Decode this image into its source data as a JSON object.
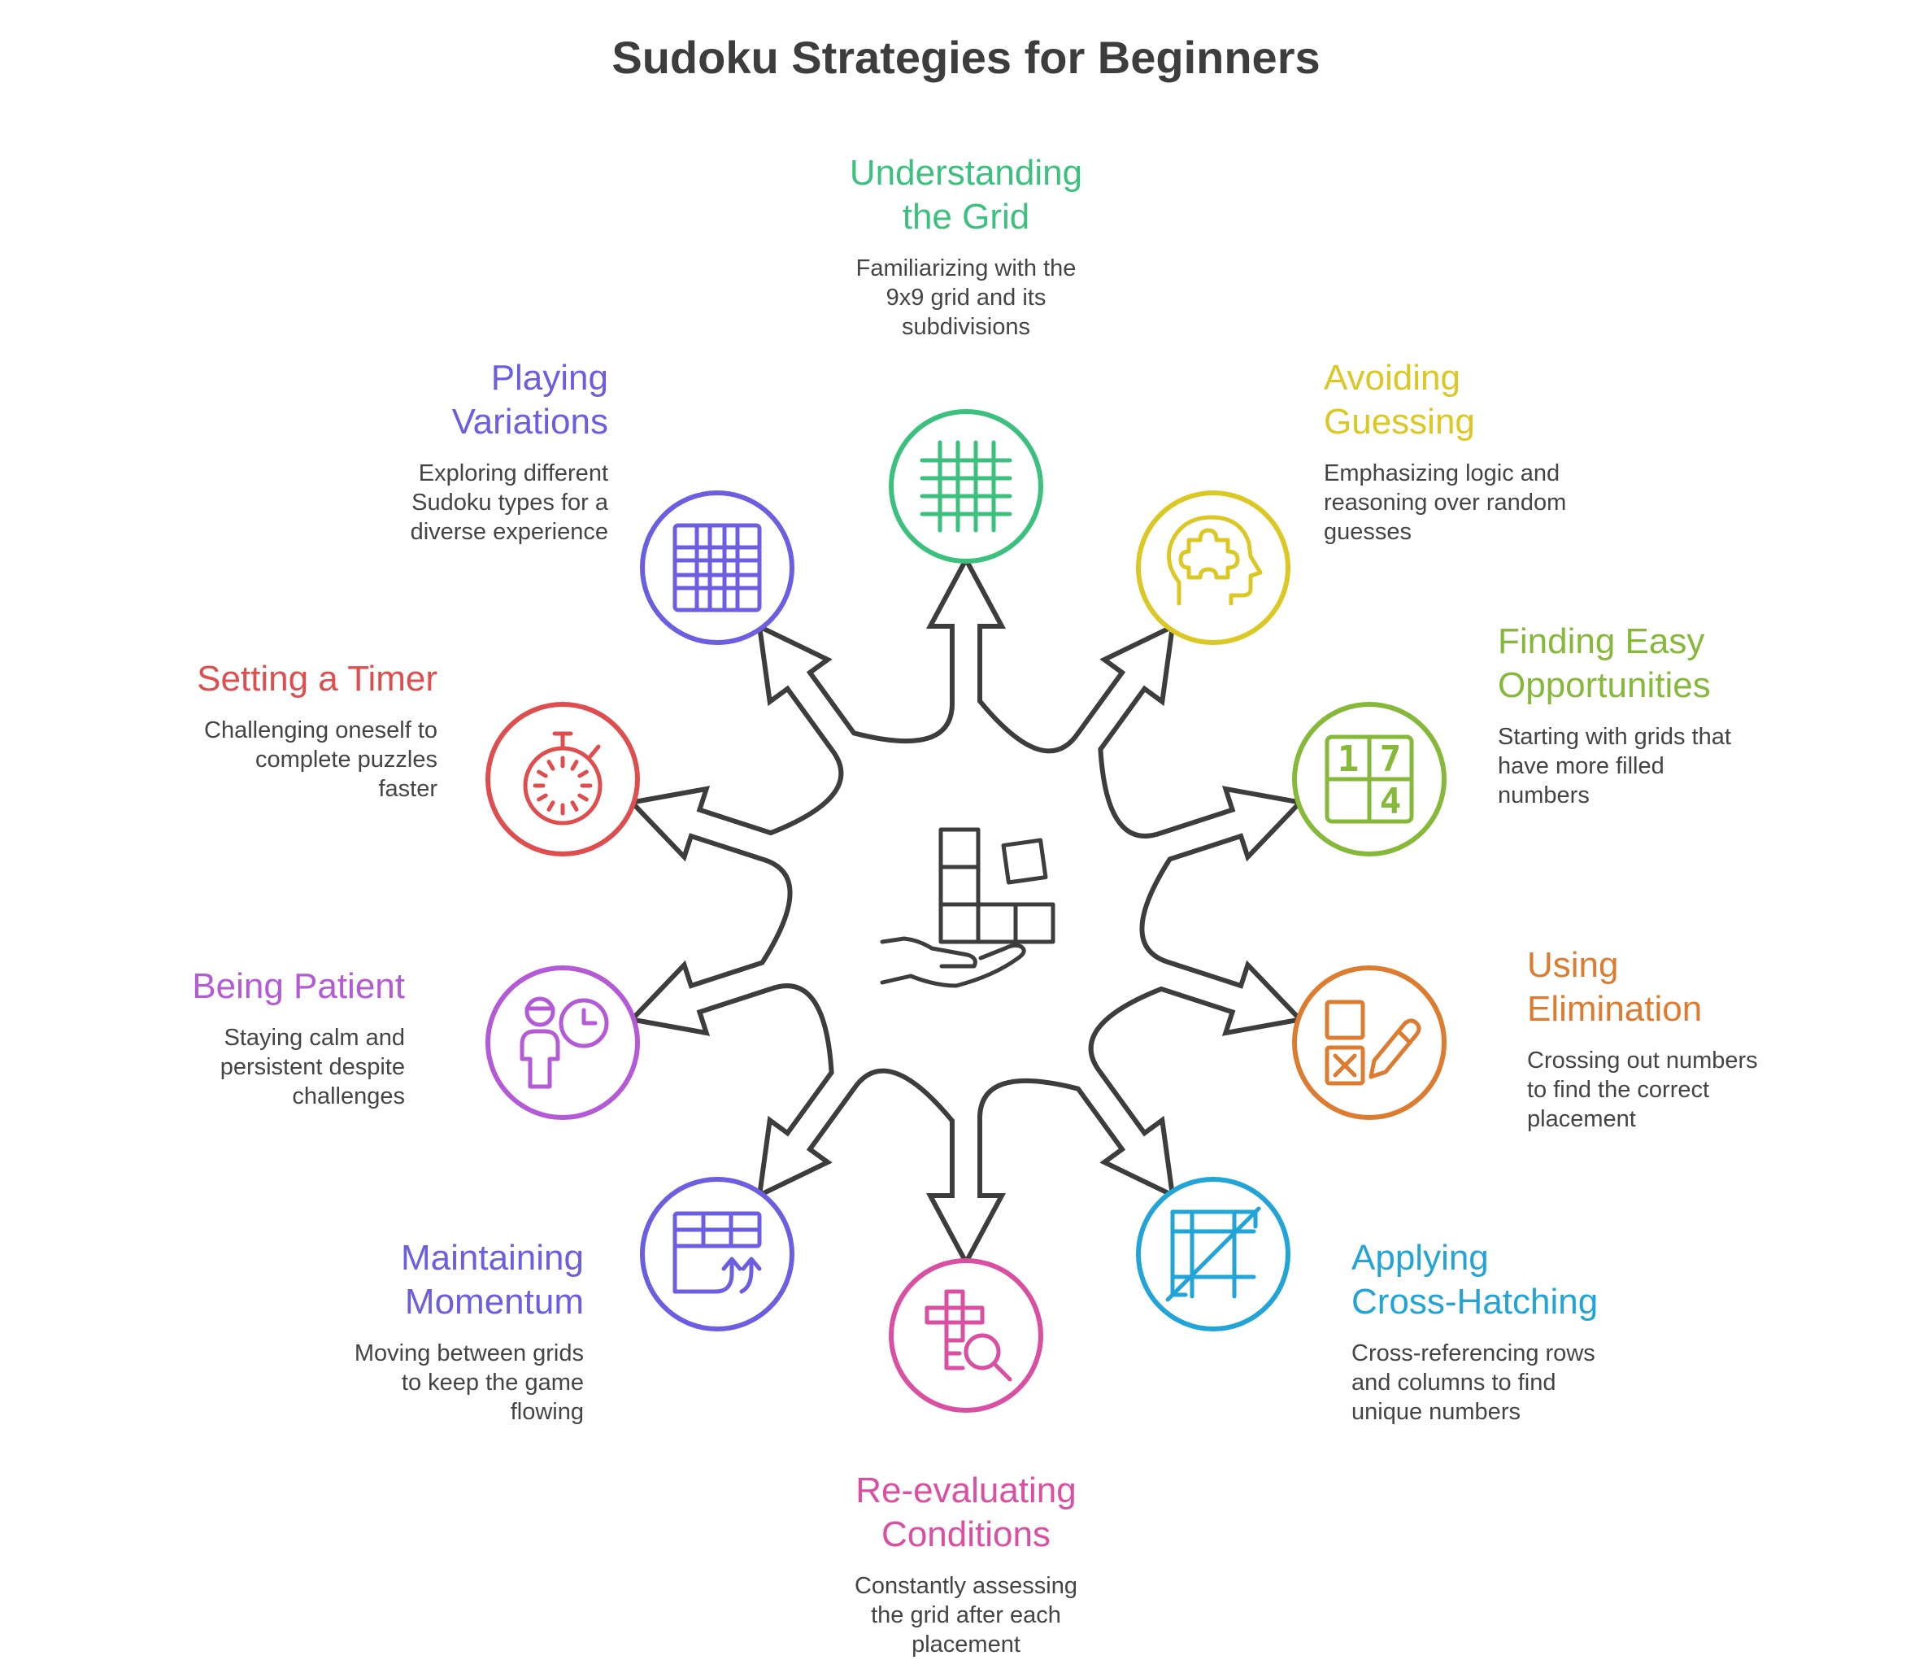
{
  "title": "Sudoku Strategies for Beginners",
  "center_icon": "blocks-in-hand-icon",
  "colors": {
    "hub_stroke": "#3d3d3d",
    "text": "#444444",
    "title": "#3d3d3d"
  },
  "items": [
    {
      "id": "understanding-the-grid",
      "title_lines": [
        "Understanding",
        "the Grid"
      ],
      "desc_lines": [
        "Familiarizing with the",
        "9x9 grid and its",
        "subdivisions"
      ],
      "color": "#3cc07e",
      "icon": "grid-icon"
    },
    {
      "id": "avoiding-guessing",
      "title_lines": [
        "Avoiding",
        "Guessing"
      ],
      "desc_lines": [
        "Emphasizing logic and",
        "reasoning over random",
        "guesses"
      ],
      "color": "#dcc824",
      "icon": "head-puzzle-icon"
    },
    {
      "id": "finding-easy-opportunities",
      "title_lines": [
        "Finding Easy",
        "Opportunities"
      ],
      "desc_lines": [
        "Starting with grids that",
        "have more filled",
        "numbers"
      ],
      "color": "#86b83a",
      "icon": "number-grid-icon",
      "icon_digits": [
        "1",
        "7",
        "4"
      ]
    },
    {
      "id": "using-elimination",
      "title_lines": [
        "Using",
        "Elimination"
      ],
      "desc_lines": [
        "Crossing out numbers",
        "to find the correct",
        "placement"
      ],
      "color": "#dc7c30",
      "icon": "cross-out-pencil-icon"
    },
    {
      "id": "applying-cross-hatching",
      "title_lines": [
        "Applying",
        "Cross-Hatching"
      ],
      "desc_lines": [
        "Cross-referencing rows",
        "and columns to find",
        "unique numbers"
      ],
      "color": "#22a4d6",
      "icon": "hatched-grid-icon"
    },
    {
      "id": "re-evaluating-conditions",
      "title_lines": [
        "Re-evaluating",
        "Conditions"
      ],
      "desc_lines": [
        "Constantly assessing",
        "the grid after each",
        "placement"
      ],
      "color": "#d94fa2",
      "icon": "crossword-search-icon"
    },
    {
      "id": "maintaining-momentum",
      "title_lines": [
        "Maintaining",
        "Momentum"
      ],
      "desc_lines": [
        "Moving between grids",
        "to keep the game",
        "flowing"
      ],
      "color": "#6c5ee0",
      "icon": "grid-arrows-icon"
    },
    {
      "id": "being-patient",
      "title_lines": [
        "Being Patient"
      ],
      "desc_lines": [
        "Staying calm and",
        "persistent despite",
        "challenges"
      ],
      "color": "#b45ad6",
      "icon": "person-clock-icon"
    },
    {
      "id": "setting-a-timer",
      "title_lines": [
        "Setting a Timer"
      ],
      "desc_lines": [
        "Challenging oneself to",
        "complete puzzles",
        "faster"
      ],
      "color": "#de4e4e",
      "icon": "stopwatch-icon"
    },
    {
      "id": "playing-variations",
      "title_lines": [
        "Playing",
        "Variations"
      ],
      "desc_lines": [
        "Exploring different",
        "Sudoku types for a",
        "diverse experience"
      ],
      "color": "#6c5ee0",
      "icon": "waffle-grid-icon"
    }
  ]
}
